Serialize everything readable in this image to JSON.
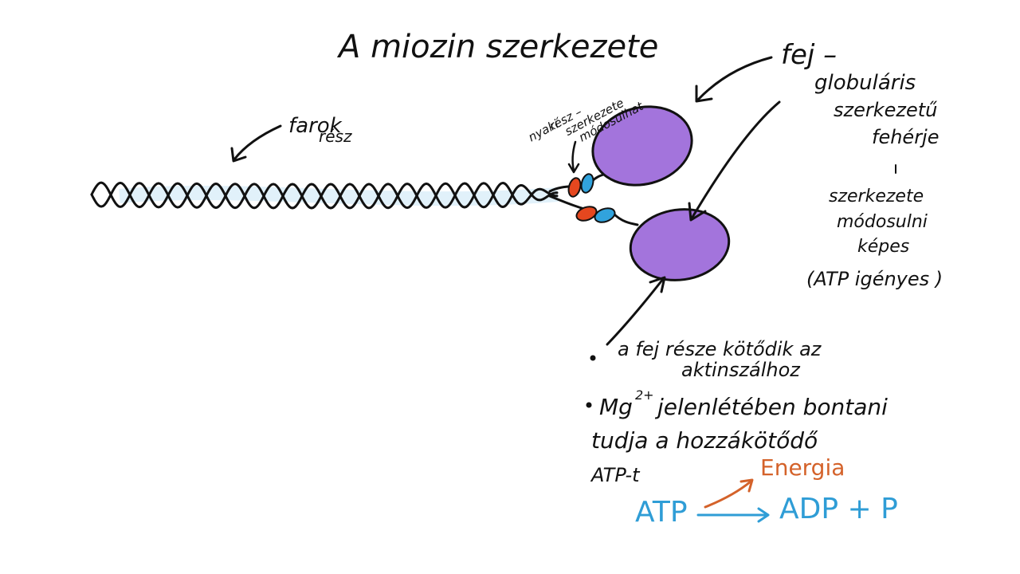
{
  "title": "A miozin szerkezete",
  "labels": {
    "tail_line1": "farok",
    "tail_line2": "rész",
    "neck_1": "nyaki",
    "neck_2": "rész –",
    "neck_3": "szerkezete",
    "neck_4": "módosulhat",
    "head_1": "fej –",
    "head_2": "globuláris",
    "head_3": "szerkezetű",
    "head_4": "fehérje",
    "head_5": "szerkezete",
    "head_6": "módosulni",
    "head_7": "képes",
    "head_8": "(ATP igényes )"
  },
  "notes": {
    "note1_line1": "a fej része kötődik az",
    "note1_line2": "aktinszálhoz",
    "note2_mg": "Mg",
    "note2_sup": "2+",
    "note2_line1_rest": "jelenlétében bontani",
    "note2_line2": "tudja a hozzákötődő",
    "note2_line3": "ATP-t"
  },
  "reaction": {
    "energy": "Energia",
    "reactant": "ATP",
    "product": "ADP + P"
  },
  "colors": {
    "head_fill": "#a374dc",
    "light_chain_red": "#e5471f",
    "light_chain_blue": "#31a3dd",
    "energy_orange": "#d4622a",
    "reaction_blue": "#2f9dd6",
    "ink": "#111111"
  }
}
